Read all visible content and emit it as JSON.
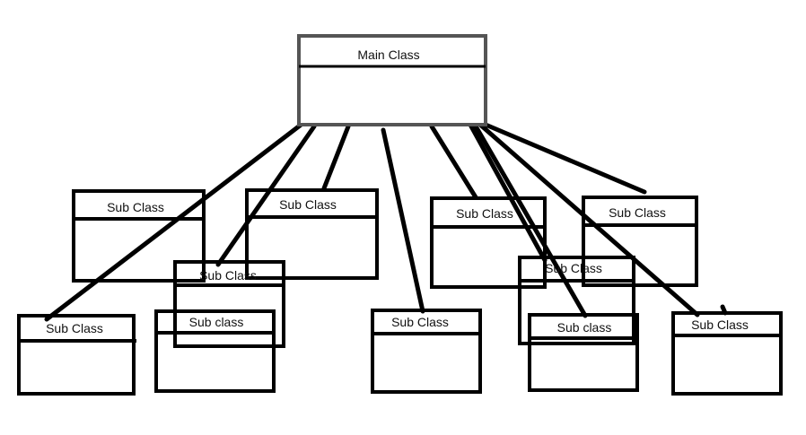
{
  "diagram": {
    "main": {
      "title": "Main Class"
    },
    "subs": [
      {
        "title": "Sub Class"
      },
      {
        "title": "Sub Class"
      },
      {
        "title": "Sub Class"
      },
      {
        "title": "Sub Class"
      },
      {
        "title": "Sub Class"
      },
      {
        "title": "Sub Class"
      },
      {
        "title": "Sub class"
      },
      {
        "title": "Sub Class"
      },
      {
        "title": "Sub class"
      },
      {
        "title": "Sub Class"
      }
    ],
    "colors": {
      "line": "#000000",
      "main_border": "#555555",
      "background": "#ffffff"
    }
  }
}
